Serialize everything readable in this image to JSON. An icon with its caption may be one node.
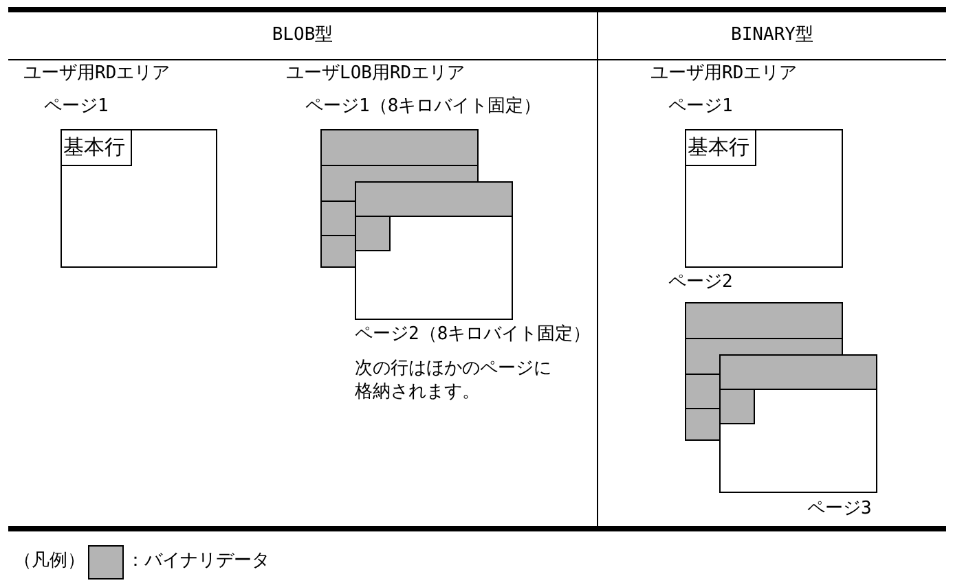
{
  "diagram": {
    "nodes": [
      {
        "text": [
          "BLOB型"
        ]
      },
      {
        "text": [
          "ページ1"
        ],
        "in": 0
      },
      {
        "text": [
          "基本行"
        ],
        "in": 1
      },
      {
        "text": [
          "ページ1（8キロバイト固定）"
        ],
        "in": 0
      },
      {
        "text": [
          "ページ2（8キロバイト固定）"
        ],
        "beside": [
          "次の行はほかのページに格納されます。"
        ],
        "in": 0
      },
      {
        "text": [
          "BINARY型"
        ]
      },
      {
        "text": [
          "ページ1"
        ],
        "in": 5
      },
      {
        "text": [
          "基本行"
        ],
        "in": 6
      },
      {
        "text": [
          "ページ2"
        ],
        "in": 5
      },
      {
        "text": [
          "ページ3"
        ],
        "in": 5
      }
    ],
    "labels": [
      "ユーザ用RDエリア",
      "ユーザLOB用RDエリア",
      "ユーザ用RDエリア",
      "（凡例）"
    ],
    "legend": [
      {
        "text": "：バイナリデータ",
        "color": "#b4b4b4"
      }
    ]
  }
}
